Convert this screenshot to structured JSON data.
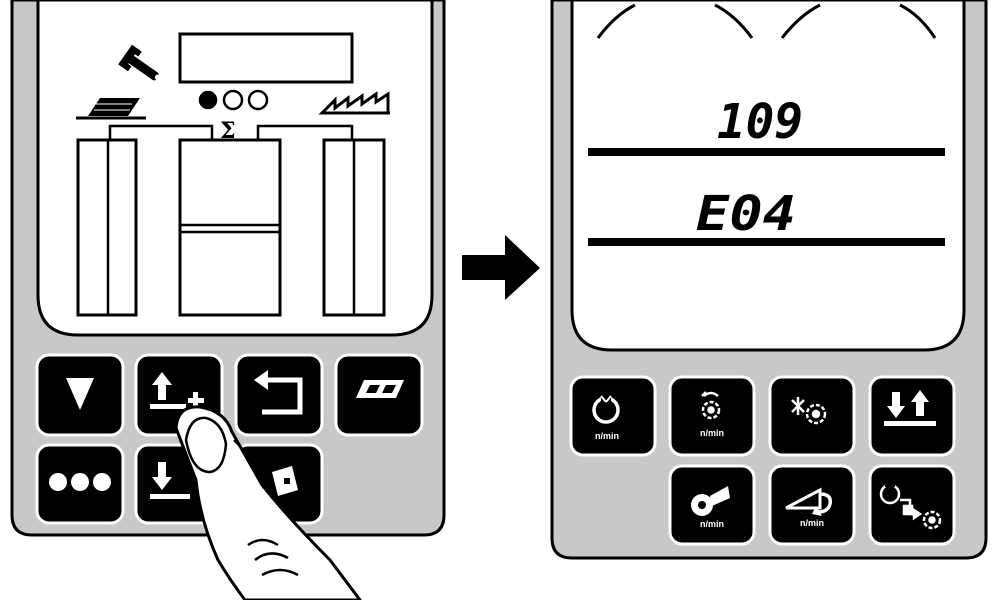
{
  "left_panel": {
    "keys": [
      {
        "icon": "triangle-down-icon"
      },
      {
        "icon": "feed-up-plus-icon"
      },
      {
        "icon": "return-arrow-icon"
      },
      {
        "icon": "ticket-icon"
      },
      {
        "icon": "three-dots-icon"
      },
      {
        "icon": "feed-down-icon"
      },
      {
        "icon": "card-icon"
      }
    ],
    "display": {
      "sigma": "Σ",
      "indicators": [
        "filled",
        "empty",
        "empty"
      ]
    }
  },
  "right_panel": {
    "display": {
      "value": "109",
      "code": "E04"
    },
    "keys": [
      {
        "icon": "drum-speed-icon",
        "label": "n/min"
      },
      {
        "icon": "rotor-speed-icon",
        "label": "n/min"
      },
      {
        "icon": "gear-spark-icon",
        "label": ""
      },
      {
        "icon": "up-down-arrows-icon",
        "label": ""
      },
      {
        "icon": "fan-speed-icon",
        "label": "n/min"
      },
      {
        "icon": "ground-speed-icon",
        "label": "n/min"
      },
      {
        "icon": "drum-to-gear-icon",
        "label": ""
      }
    ]
  },
  "colors": {
    "ink": "#000000",
    "panel": "#c8c8c8",
    "screen": "#ffffff"
  }
}
